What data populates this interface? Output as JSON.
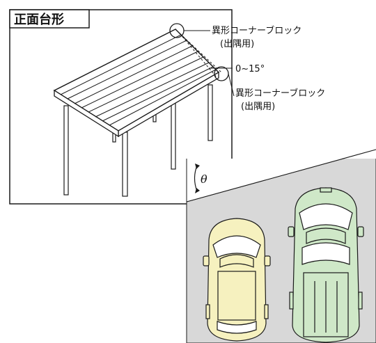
{
  "title": "正面台形",
  "callouts": {
    "top_block_line1": "異形コーナーブロック",
    "top_block_line2": "(出隅用)",
    "angle_range": "0~15°",
    "lower_block_line1": "異形コーナーブロック",
    "lower_block_line2": "(出隅用)"
  },
  "inset": {
    "angle_symbol": "θ"
  },
  "colors": {
    "car_left_fill": "#f6f1bf",
    "car_right_fill": "#cfe8c8",
    "inset_bg": "#d8d8d8",
    "line": "#1a1a1a"
  }
}
